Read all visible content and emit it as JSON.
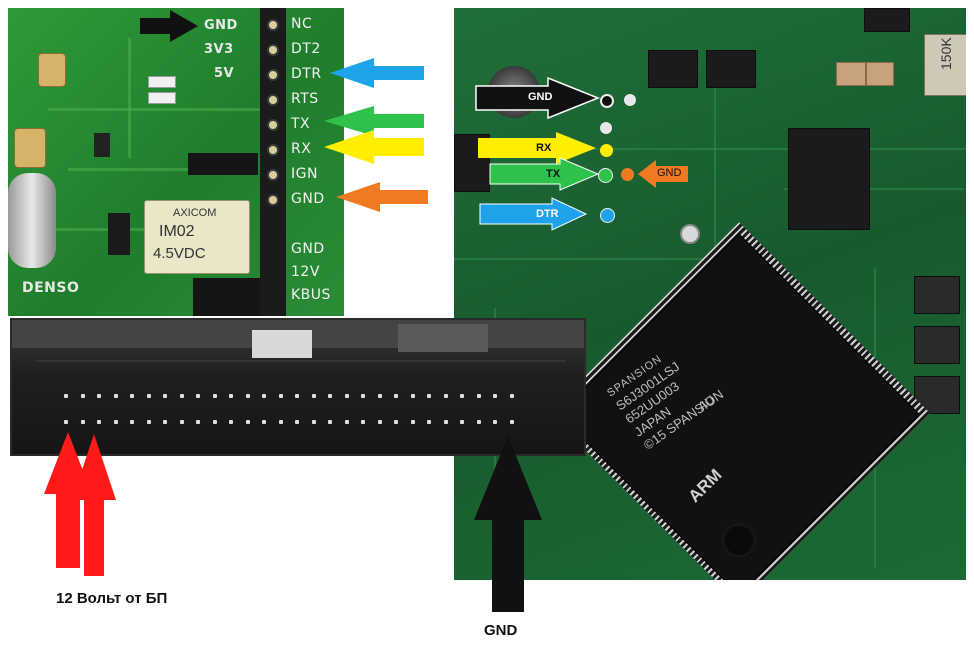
{
  "adapter_board": {
    "pin_labels": [
      "NC",
      "DT2",
      "DTR",
      "RTS",
      "TX",
      "RX",
      "IGN",
      "GND",
      "GND",
      "12V",
      "KBUS"
    ],
    "left_labels": [
      "GND",
      "3V3",
      "5V"
    ],
    "relay_text": [
      "AXICOM",
      "IM02",
      "4.5VDC"
    ],
    "brand": "DENSO"
  },
  "main_pcb": {
    "pad_labels": {
      "gnd": "GND",
      "rx": "RX",
      "tx": "TX",
      "gnd_right": "GND",
      "dtr": "DTR"
    },
    "chip_text": [
      "SPANSION",
      "S6J3001LSJ",
      "652UU003",
      "JAPAN",
      "©15 SPANSION",
      "ARM",
      "AU"
    ],
    "resistor_text": "150K"
  },
  "captions": {
    "power": "12 Вольт от БП",
    "ground": "GND"
  },
  "colors": {
    "arrow_black": "#111111",
    "arrow_blue": "#1ea3ea",
    "arrow_green": "#2ec24a",
    "arrow_yellow": "#ffee00",
    "arrow_orange": "#f07a22",
    "arrow_red": "#ff1a1a"
  }
}
